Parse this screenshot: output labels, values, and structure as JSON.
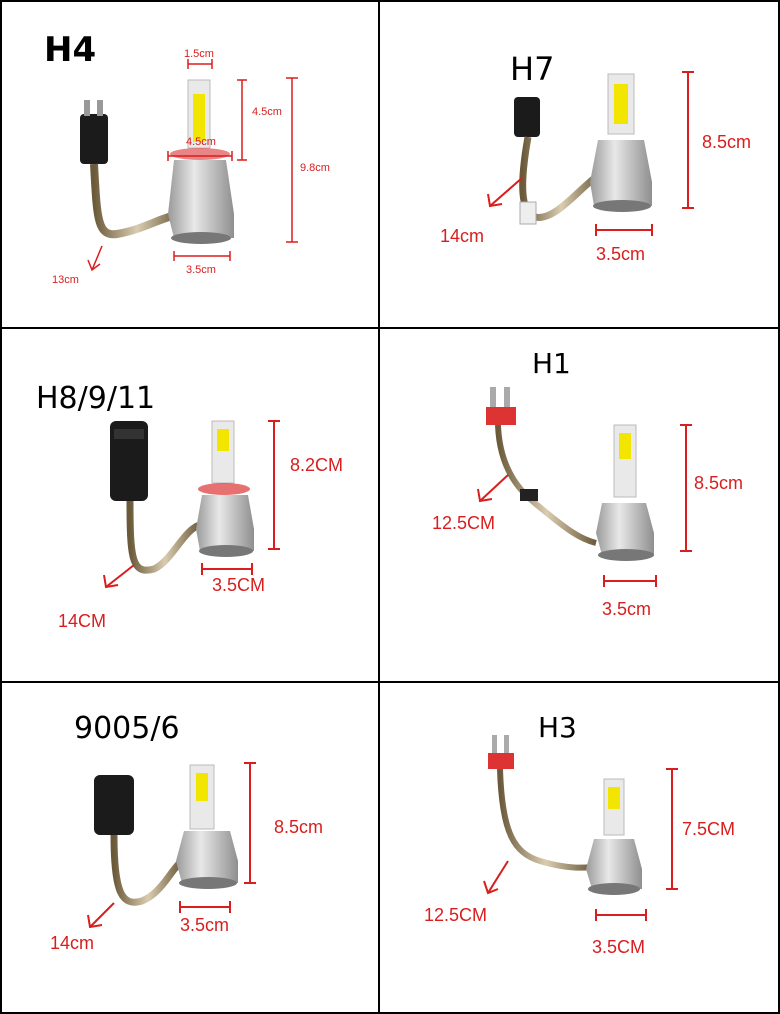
{
  "colors": {
    "dimension": "#d81e1e",
    "body_silver": "#c9c9c9",
    "led_yellow": "#f2e600",
    "connector_black": "#1b1b1b",
    "grid_line": "#000000"
  },
  "panels": [
    {
      "id": "h4",
      "title": "H4",
      "led_width": "1.5cm",
      "led_height": "4.5cm",
      "flange_width": "4.5cm",
      "total_height": "9.8cm",
      "base_width": "3.5cm",
      "cable_length": "13cm"
    },
    {
      "id": "h7",
      "title": "H7",
      "total_height": "8.5cm",
      "base_width": "3.5cm",
      "cable_length": "14cm"
    },
    {
      "id": "h8-9-11",
      "title": "H8/9/11",
      "total_height": "8.2CM",
      "base_width": "3.5CM",
      "cable_length": "14CM"
    },
    {
      "id": "h1",
      "title": "H1",
      "total_height": "8.5cm",
      "base_width": "3.5cm",
      "cable_length": "12.5CM"
    },
    {
      "id": "9005-6",
      "title": "9005/6",
      "total_height": "8.5cm",
      "base_width": "3.5cm",
      "cable_length": "14cm"
    },
    {
      "id": "h3",
      "title": "H3",
      "total_height": "7.5CM",
      "base_width": "3.5CM",
      "cable_length": "12.5CM"
    }
  ]
}
